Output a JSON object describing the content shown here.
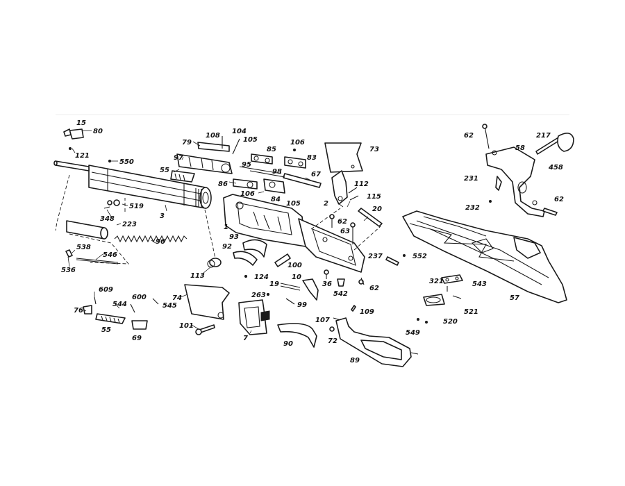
{
  "diagram": {
    "labels": [
      {
        "id": "15",
        "t": "15"
      },
      {
        "id": "80",
        "t": "80"
      },
      {
        "id": "121",
        "t": "121"
      },
      {
        "id": "550",
        "t": "550"
      },
      {
        "id": "3",
        "t": "3"
      },
      {
        "id": "519",
        "t": "519"
      },
      {
        "id": "348",
        "t": "348"
      },
      {
        "id": "223",
        "t": "223"
      },
      {
        "id": "96",
        "t": "96"
      },
      {
        "id": "538",
        "t": "538"
      },
      {
        "id": "536",
        "t": "536"
      },
      {
        "id": "546",
        "t": "546"
      },
      {
        "id": "113",
        "t": "113"
      },
      {
        "id": "609",
        "t": "609"
      },
      {
        "id": "76",
        "t": "76"
      },
      {
        "id": "544",
        "t": "544"
      },
      {
        "id": "600",
        "t": "600"
      },
      {
        "id": "545",
        "t": "545"
      },
      {
        "id": "55b",
        "t": "55"
      },
      {
        "id": "69",
        "t": "69"
      },
      {
        "id": "74",
        "t": "74"
      },
      {
        "id": "101",
        "t": "101"
      },
      {
        "id": "79",
        "t": "79"
      },
      {
        "id": "108",
        "t": "108"
      },
      {
        "id": "104",
        "t": "104"
      },
      {
        "id": "105",
        "t": "105"
      },
      {
        "id": "97",
        "t": "97"
      },
      {
        "id": "55a",
        "t": "55"
      },
      {
        "id": "85",
        "t": "85"
      },
      {
        "id": "106a",
        "t": "106"
      },
      {
        "id": "83",
        "t": "83"
      },
      {
        "id": "95",
        "t": "95"
      },
      {
        "id": "98",
        "t": "98"
      },
      {
        "id": "86",
        "t": "86"
      },
      {
        "id": "106b",
        "t": "106"
      },
      {
        "id": "84",
        "t": "84"
      },
      {
        "id": "67",
        "t": "67"
      },
      {
        "id": "73",
        "t": "73"
      },
      {
        "id": "105b",
        "t": "105"
      },
      {
        "id": "1",
        "t": "1"
      },
      {
        "id": "2",
        "t": "2"
      },
      {
        "id": "112",
        "t": "112"
      },
      {
        "id": "115",
        "t": "115"
      },
      {
        "id": "20",
        "t": "20"
      },
      {
        "id": "62a",
        "t": "62"
      },
      {
        "id": "63",
        "t": "63"
      },
      {
        "id": "93",
        "t": "93"
      },
      {
        "id": "92",
        "t": "92"
      },
      {
        "id": "100",
        "t": "100"
      },
      {
        "id": "124",
        "t": "124"
      },
      {
        "id": "36",
        "t": "36"
      },
      {
        "id": "10",
        "t": "10"
      },
      {
        "id": "19",
        "t": "19"
      },
      {
        "id": "263",
        "t": "263"
      },
      {
        "id": "99",
        "t": "99"
      },
      {
        "id": "542",
        "t": "542"
      },
      {
        "id": "62b",
        "t": "62"
      },
      {
        "id": "7",
        "t": "7"
      },
      {
        "id": "109",
        "t": "109"
      },
      {
        "id": "107",
        "t": "107"
      },
      {
        "id": "72",
        "t": "72"
      },
      {
        "id": "90",
        "t": "90"
      },
      {
        "id": "89",
        "t": "89"
      },
      {
        "id": "237",
        "t": "237"
      },
      {
        "id": "552",
        "t": "552"
      },
      {
        "id": "62c",
        "t": "62"
      },
      {
        "id": "58",
        "t": "58"
      },
      {
        "id": "217",
        "t": "217"
      },
      {
        "id": "458",
        "t": "458"
      },
      {
        "id": "231",
        "t": "231"
      },
      {
        "id": "232",
        "t": "232"
      },
      {
        "id": "62d",
        "t": "62"
      },
      {
        "id": "321",
        "t": "321"
      },
      {
        "id": "543",
        "t": "543"
      },
      {
        "id": "57",
        "t": "57"
      },
      {
        "id": "521",
        "t": "521"
      },
      {
        "id": "520",
        "t": "520"
      },
      {
        "id": "549",
        "t": "549"
      }
    ]
  }
}
